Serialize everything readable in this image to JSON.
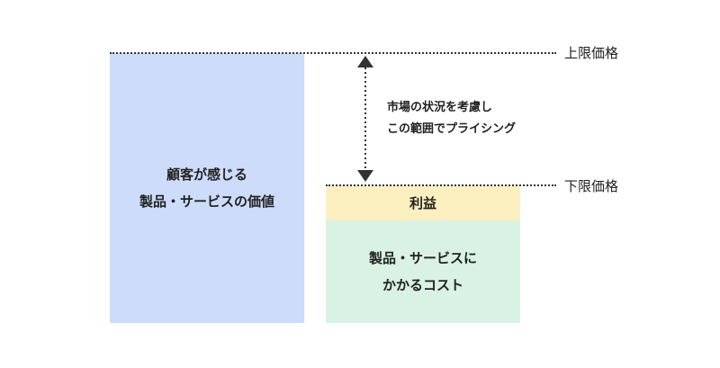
{
  "blocks": {
    "customer_value": {
      "label": "顧客が感じる\n製品・サービスの価値",
      "color": "#cddcfb"
    },
    "profit": {
      "label": "利益",
      "color": "#fcf0c0"
    },
    "cost": {
      "label": "製品・サービスに\nかかるコスト",
      "color": "#d9f2e3"
    }
  },
  "limits": {
    "upper": "上限価格",
    "lower": "下限価格"
  },
  "annotation": "市場の状況を考慮し\nこの範囲でプライシング",
  "arrow_icon": "double-headed-vertical-arrow-icon"
}
